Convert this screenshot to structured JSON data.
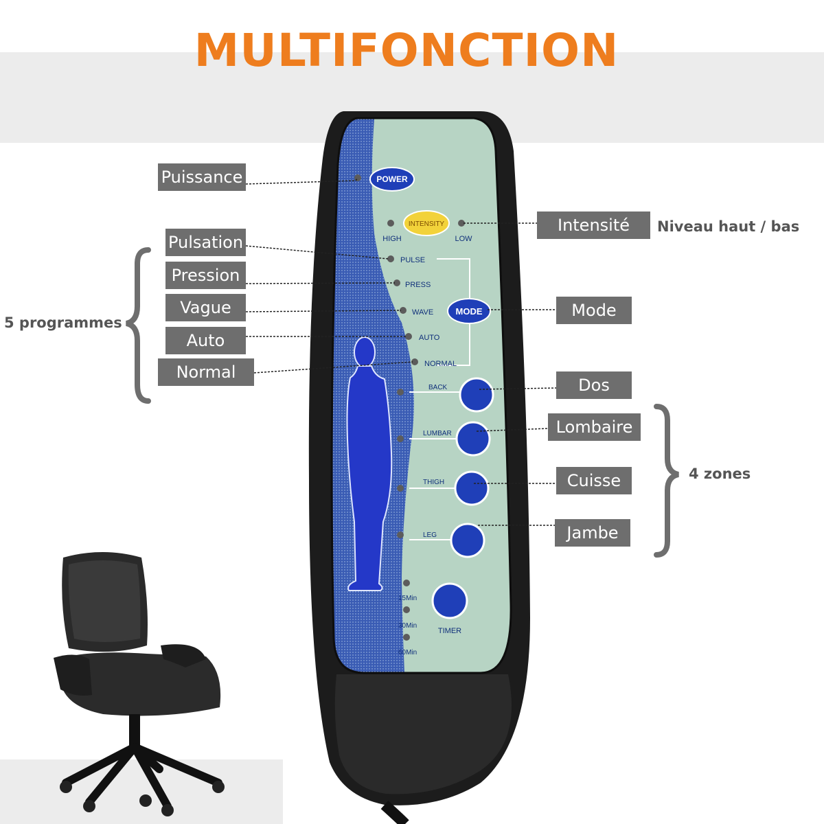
{
  "title": "MULTIFONCTION",
  "remote": {
    "power": "POWER",
    "intensity": "INTENSITY",
    "high": "HIGH",
    "low": "LOW",
    "mode": "MODE",
    "programs": [
      "PULSE",
      "PRESS",
      "WAVE",
      "AUTO",
      "NORMAL"
    ],
    "zones": [
      "BACK",
      "LUMBAR",
      "THIGH",
      "LEG"
    ],
    "timers": [
      "15Min",
      "30Min",
      "60Min"
    ],
    "timer": "TIMER"
  },
  "labels": {
    "puissance": "Puissance",
    "pulsation": "Pulsation",
    "pression": "Pression",
    "vague": "Vague",
    "auto": "Auto",
    "normal": "Normal",
    "intensite": "Intensité",
    "mode": "Mode",
    "dos": "Dos",
    "lombaire": "Lombaire",
    "cuisse": "Cuisse",
    "jambe": "Jambe"
  },
  "notes": {
    "niveau": "Niveau haut / bas",
    "programmes": "5 programmes",
    "zones": "4 zones"
  },
  "colors": {
    "title": "#ee7d1e",
    "label_bg": "#6e6e6e",
    "panel_light": "#b7d4c4",
    "panel_blue": "#2c4fa8",
    "button_blue": "#1f3fb8",
    "intensity_yellow": "#f2d23a",
    "remote_body": "#1c1c1c"
  }
}
